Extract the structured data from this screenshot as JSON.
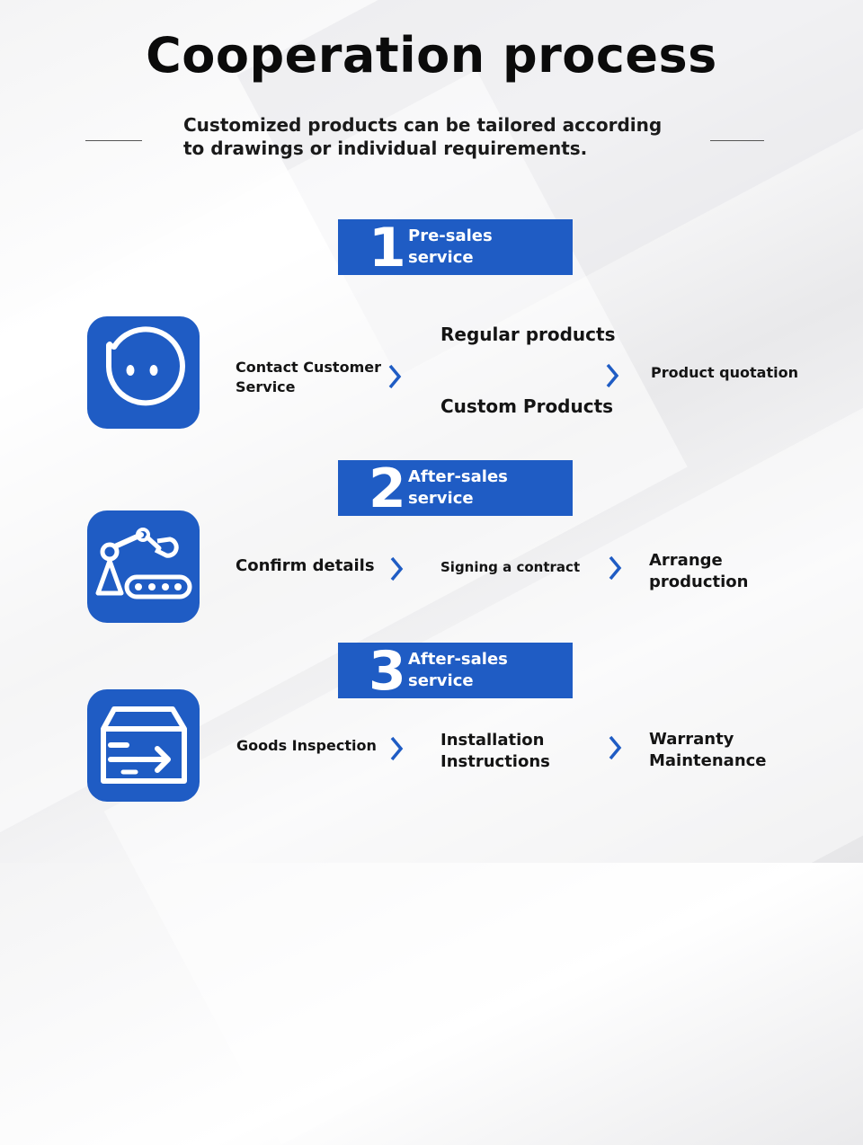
{
  "title": "Cooperation process",
  "subtitle": "Customized products can be tailored according to drawings or individual requirements.",
  "accent_color": "#1f5cc4",
  "stages": [
    {
      "number": "1",
      "label": "Pre-sales service",
      "icon": "chat-bubble-face-icon",
      "steps": {
        "a": "Contact Customer Service",
        "b_top": "Regular products",
        "b_bottom": "Custom Products",
        "c": "Product quotation"
      }
    },
    {
      "number": "2",
      "label": "After-sales service",
      "icon": "robot-arm-conveyor-icon",
      "steps": {
        "a": "Confirm details",
        "b": "Signing a contract",
        "c": "Arrange production"
      }
    },
    {
      "number": "3",
      "label": "After-sales service",
      "icon": "box-arrow-icon",
      "steps": {
        "a": "Goods Inspection",
        "b": "Installation Instructions",
        "c": "Warranty Maintenance"
      }
    }
  ]
}
